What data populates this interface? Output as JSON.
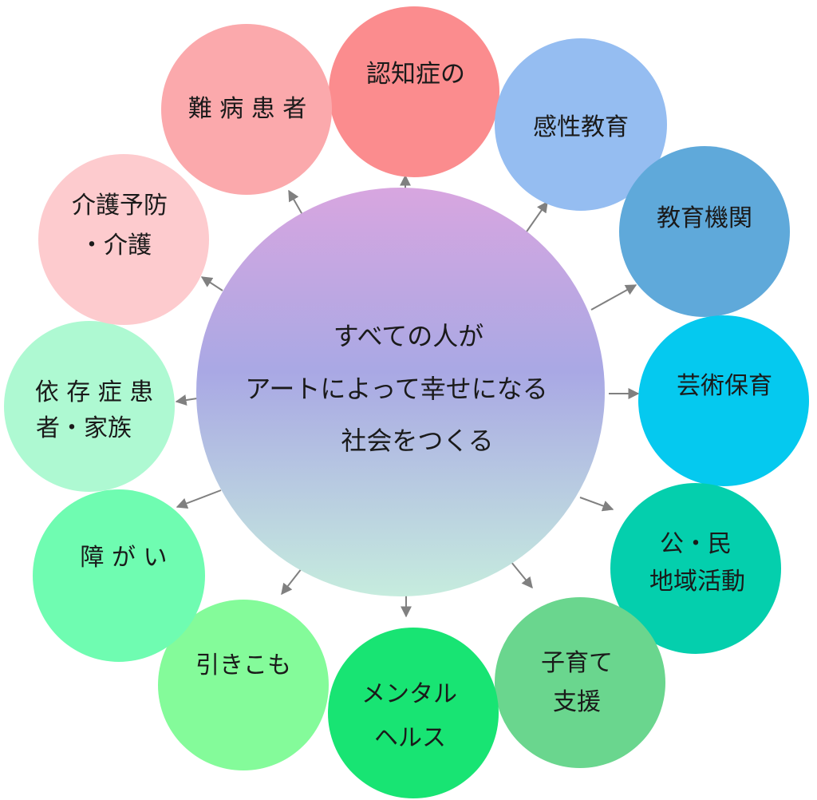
{
  "center": {
    "lines": [
      "すべての人が",
      "アートによって幸せになる",
      "社会をつくる"
    ],
    "gradient_top": "#d8a6e0",
    "gradient_mid": "#a9a8e4",
    "gradient_bottom": "#c6ecde"
  },
  "arrow_color": "#808080",
  "nodes": [
    {
      "id": "dementia",
      "lines": [
        "認知症の"
      ],
      "color": "#fb8c8e"
    },
    {
      "id": "sensitivity-education",
      "lines": [
        "感性教育"
      ],
      "color": "#95bdf1"
    },
    {
      "id": "educational-institutions",
      "lines": [
        "教育機関"
      ],
      "color": "#5fa9da"
    },
    {
      "id": "art-childcare",
      "lines": [
        "芸術保育"
      ],
      "color": "#05c9ef"
    },
    {
      "id": "community-activities",
      "lines": [
        "公・民",
        "地域活動"
      ],
      "color": "#04cfad"
    },
    {
      "id": "parenting-support",
      "lines": [
        "子育て",
        "支援"
      ],
      "color": "#6ad68e"
    },
    {
      "id": "mental-health",
      "lines": [
        "メンタル",
        "ヘルス"
      ],
      "color": "#18e473"
    },
    {
      "id": "hikikomori",
      "lines": [
        "引きこも"
      ],
      "color": "#84fb9a"
    },
    {
      "id": "disability",
      "lines": [
        "障 が い"
      ],
      "color": "#6ffcb1"
    },
    {
      "id": "addiction",
      "lines": [
        "依 存 症 患",
        "者・家族"
      ],
      "color": "#aef9d2"
    },
    {
      "id": "care-prevention",
      "lines": [
        "介護予防",
        "・介護"
      ],
      "color": "#fdcbce"
    },
    {
      "id": "intractable-disease",
      "lines": [
        "難 病 患 者"
      ],
      "color": "#fba9ac"
    }
  ]
}
